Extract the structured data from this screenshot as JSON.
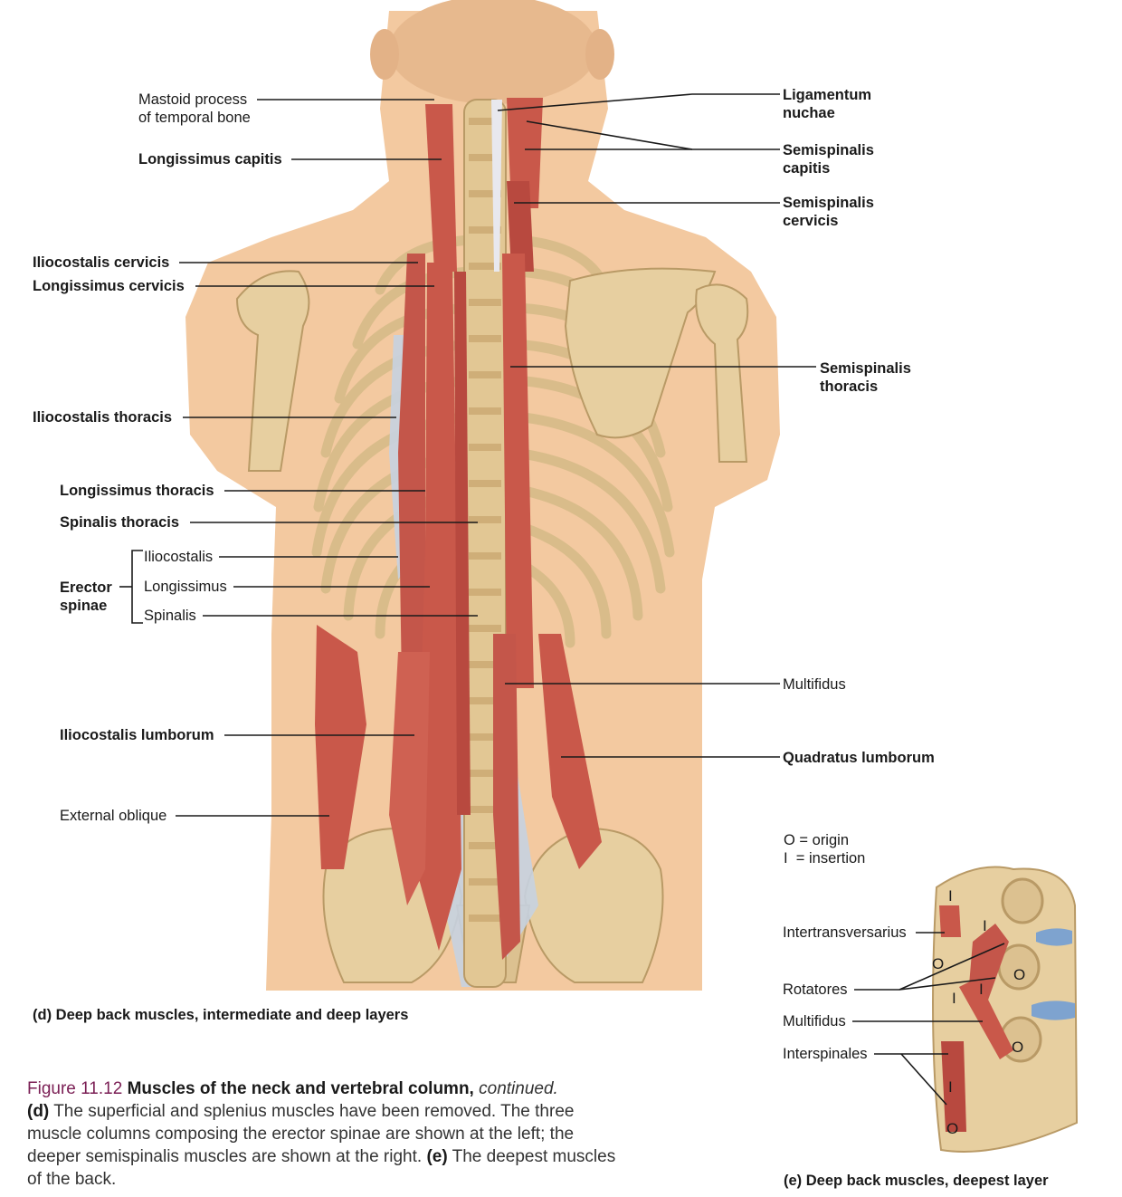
{
  "labels": {
    "mastoid": "Mastoid process\nof temporal bone",
    "longissimus_capitis": "Longissimus capitis",
    "iliocostalis_cervicis": "Iliocostalis cervicis",
    "longissimus_cervicis": "Longissimus cervicis",
    "iliocostalis_thoracis": "Iliocostalis thoracis",
    "longissimus_thoracis": "Longissimus thoracis",
    "spinalis_thoracis": "Spinalis thoracis",
    "erector_spinae": "Erector\nspinae",
    "iliocostalis": "Iliocostalis",
    "longissimus": "Longissimus",
    "spinalis": "Spinalis",
    "iliocostalis_lumborum": "Iliocostalis lumborum",
    "external_oblique": "External oblique",
    "ligamentum_nuchae": "Ligamentum\nnuchae",
    "semispinalis_capitis": "Semispinalis\ncapitis",
    "semispinalis_cervicis": "Semispinalis\ncervicis",
    "semispinalis_thoracis": "Semispinalis\nthoracis",
    "multifidus_d": "Multifidus",
    "quadratus_lumborum": "Quadratus lumborum",
    "intertransversarius": "Intertransversarius",
    "rotatores": "Rotatores",
    "multifidus_e": "Multifidus",
    "interspinales": "Interspinales"
  },
  "legend": {
    "origin": "O = origin",
    "insertion": "I  = insertion"
  },
  "marks": {
    "origin": "O",
    "insertion": "I"
  },
  "captions": {
    "d": "(d) Deep back muscles, intermediate and deep layers",
    "e": "(e) Deep back muscles, deepest layer"
  },
  "figure_caption": {
    "number": "Figure 11.12",
    "title": "Muscles of the neck and vertebral column,",
    "continued": "continued.",
    "d_letter": "(d)",
    "d_text": " The superficial and splenius muscles have been removed. The three muscle columns composing the erector spinae are shown at the left; the deeper semispinalis muscles are shown at the right. ",
    "e_letter": "(e)",
    "e_text": " The deepest muscles of the back."
  },
  "colors": {
    "skin": "#f3c9a0",
    "bone": "#e7cfa0",
    "bone_edge": "#b99a66",
    "muscle": "#c9584a",
    "muscle_dark": "#a8403a",
    "fascia": "#c7d1e0",
    "disc": "#7ea3cf"
  }
}
